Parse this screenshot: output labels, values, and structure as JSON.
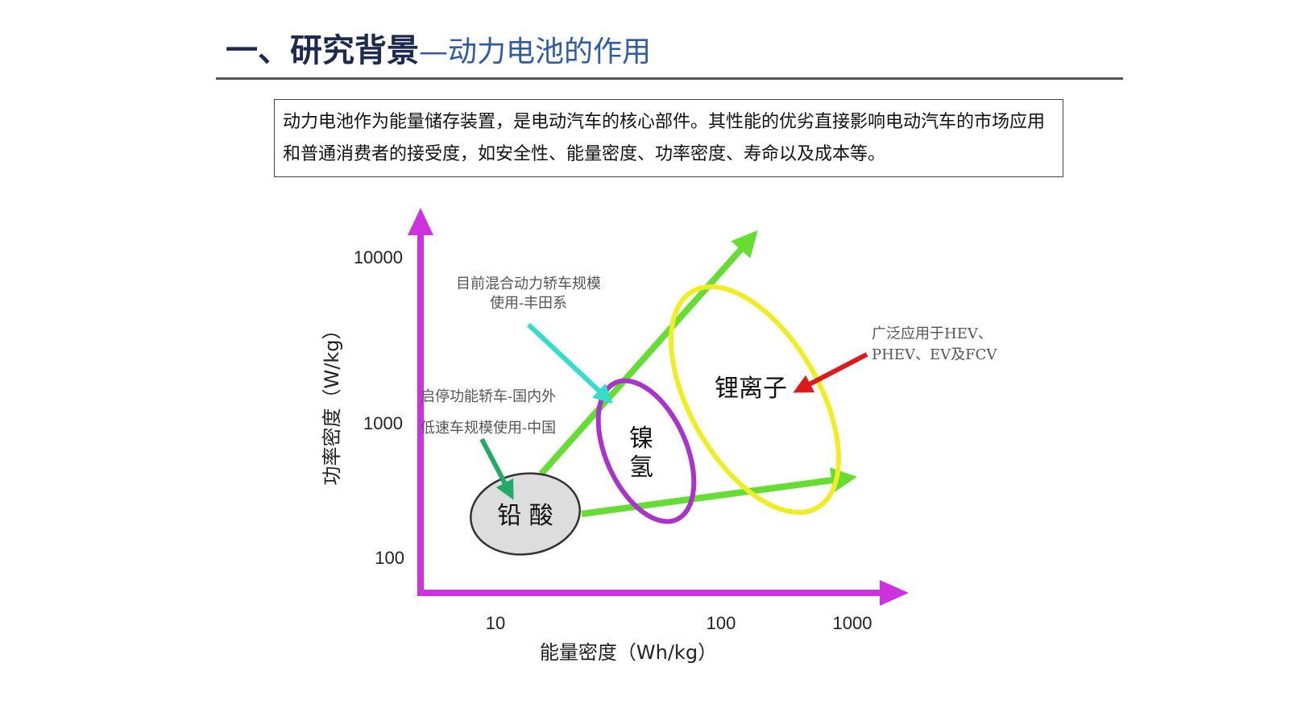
{
  "title": {
    "main": "一、研究背景",
    "sub": "—动力电池的作用"
  },
  "intro": {
    "text": "动力电池作为能量储存装置，是电动汽车的核心部件。其性能的优劣直接影响电动汽车的市场应用和普通消费者的接受度，如安全性、能量密度、功率密度、寿命以及成本等。"
  },
  "diagram": {
    "y_axis_label": "功率密度（W/kg）",
    "x_axis_label": "能量密度（Wh/kg）",
    "y_ticks": [
      "10000",
      "1000",
      "100"
    ],
    "x_ticks": [
      "10",
      "100",
      "1000"
    ],
    "regions": {
      "lead_acid": "铅 酸",
      "nimh_line1": "镍",
      "nimh_line2": "氢",
      "li_ion": "锂离子"
    },
    "notes": {
      "hybrid_line1": "目前混合动力轿车规模",
      "hybrid_line2": "使用-丰田系",
      "startstop": "启停功能轿车-国内外",
      "lowspeed": "低速车规模使用-中国",
      "li_app_line1": "广泛应用于HEV、",
      "li_app_line2": "PHEV、EV及FCV"
    },
    "colors": {
      "axis": "#cc33dd",
      "growth_arrows": "#66dd33",
      "hybrid_arrow": "#33ddcc",
      "lowspeed_arrow": "#22aa66",
      "li_arrow": "#e01818",
      "nimh_ellipse": "#aa33cc",
      "li_ellipse": "#eeee22",
      "lead_fill": "#dddddd"
    }
  }
}
